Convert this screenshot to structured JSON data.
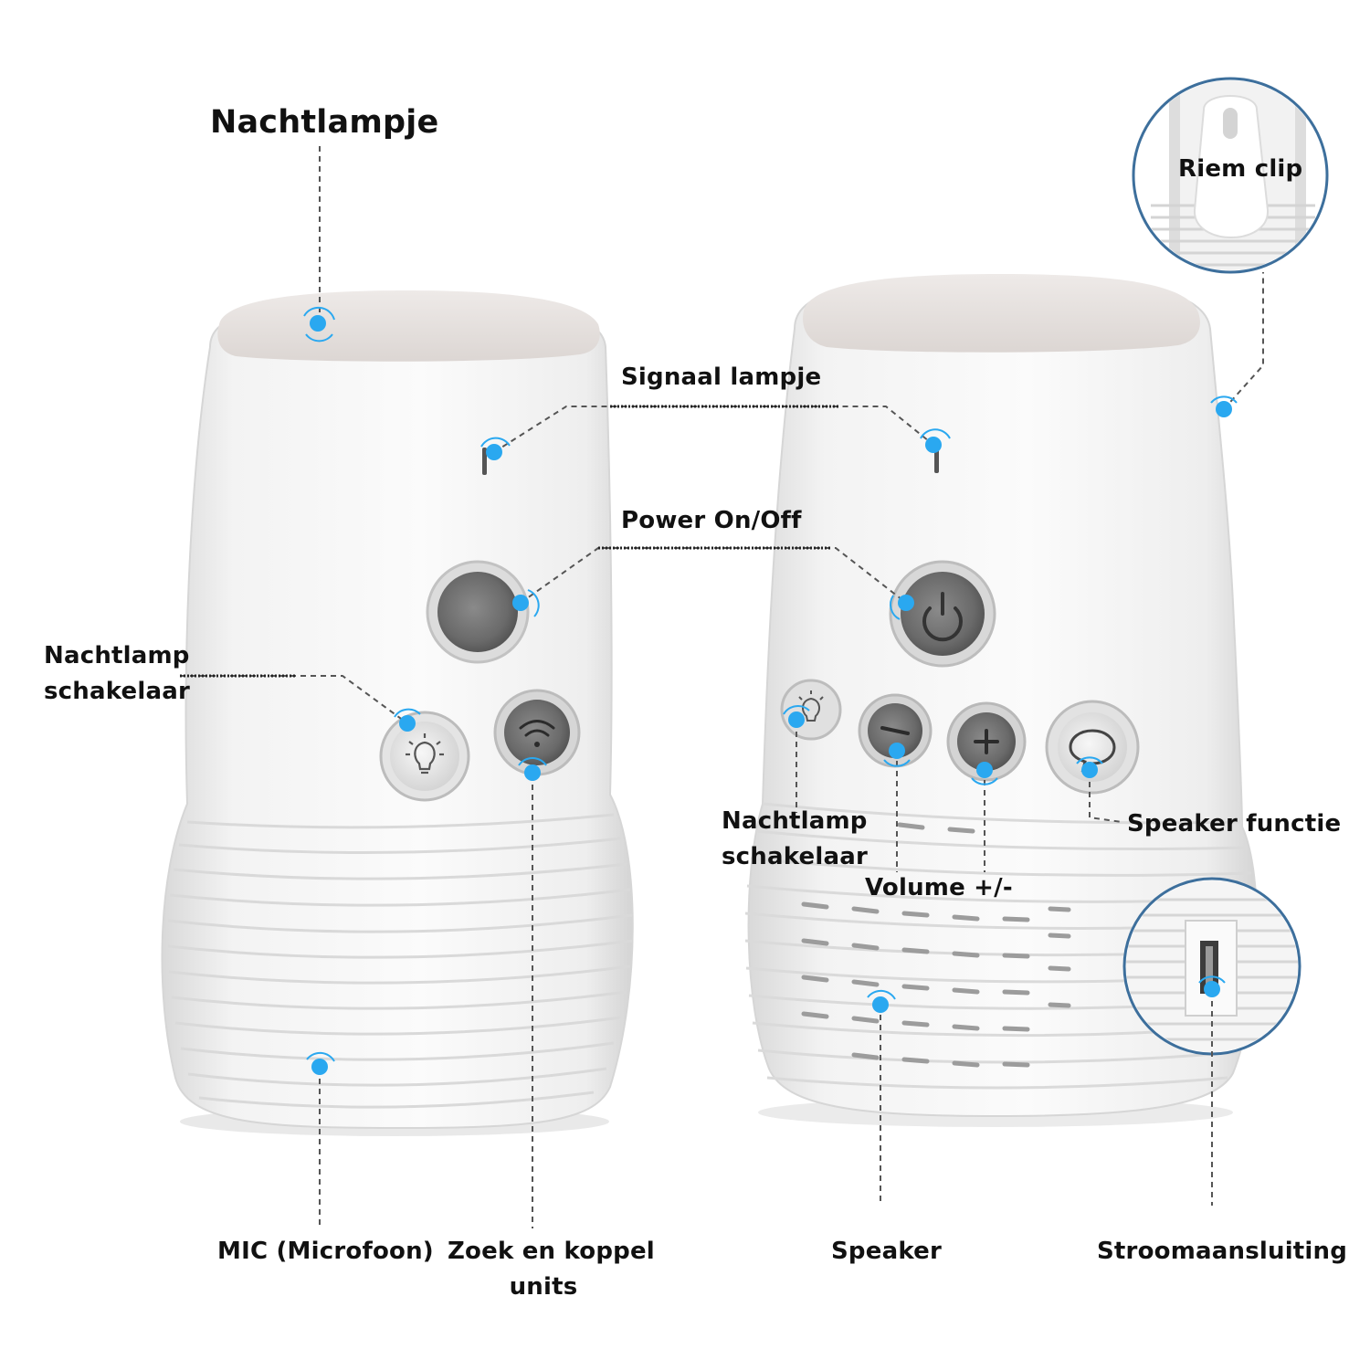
{
  "labels": {
    "nachtlampje": "Nachtlampje",
    "signaal_lampje": "Signaal lampje",
    "power": "Power On/Off",
    "nachtlamp_left_1": "Nachtlamp",
    "nachtlamp_left_2": "schakelaar",
    "nachtlamp_right_1": "Nachtlamp",
    "nachtlamp_right_2": "schakelaar",
    "volume": "Volume +/-",
    "speaker_functie": "Speaker functie",
    "riem_clip": "Riem clip",
    "mic": "MIC (Microfoon)",
    "zoek_1": "Zoek en koppel",
    "zoek_2": "units",
    "speaker": "Speaker",
    "stroom": "Stroomaansluiting"
  },
  "icons": {
    "left_unit": [
      "nightlight-bulb-icon",
      "wifi-pair-icon",
      "power-button-icon"
    ],
    "right_unit": [
      "power-icon",
      "nightlight-bulb-icon",
      "minus-icon",
      "plus-icon",
      "speech-bubble-icon"
    ]
  },
  "colors": {
    "marker": "#2aa8f0",
    "leader_line": "#555555",
    "inset_border": "#3d6f9c",
    "device_body": "#f4f4f4",
    "device_top": "#e6e1df",
    "button_dark": "#6c6c6c"
  }
}
